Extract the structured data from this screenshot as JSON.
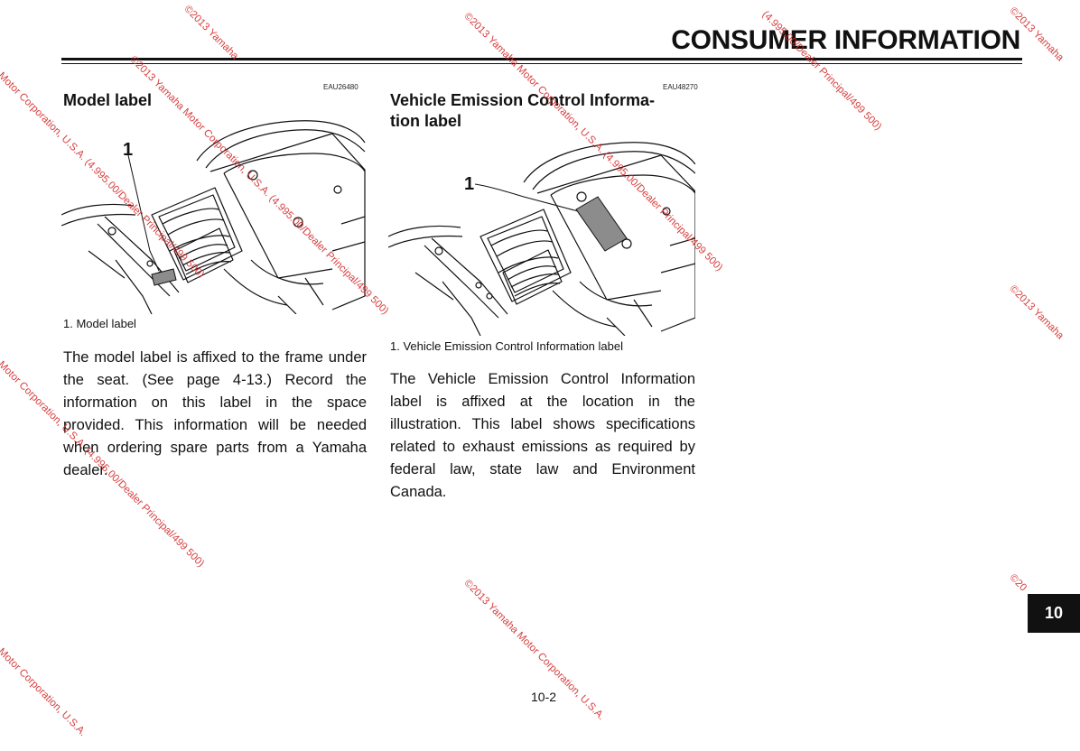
{
  "header": {
    "title": "CONSUMER INFORMATION"
  },
  "left_section": {
    "code": "EAU26480",
    "heading": "Model label",
    "callout_number": "1",
    "caption": "1. Model label",
    "body": "The model label is affixed to the frame under the seat. (See page 4-13.) Record the information on this label in the space provided. This information will be needed when ordering spare parts from a Yamaha dealer."
  },
  "right_section": {
    "code": "EAU48270",
    "heading_line1": "Vehicle Emission Control Informa-",
    "heading_line2": "tion label",
    "callout_number": "1",
    "caption": "1. Vehicle Emission Control Information label",
    "body": "The Vehicle Emission Control Information label is affixed at the location in the illustration. This label shows specifications related to exhaust emissions as required by federal law, state law and Environment Canada."
  },
  "footer": {
    "page_number": "10-2",
    "chapter_tab": "10"
  },
  "watermarks": {
    "w1": "©2013 Yamaha Motor Corporation, U.S.A. (4.995.00/Dealer Principal/499 500)",
    "w2": "Motor Corporation, U.S.A. (4.995.00/Dealer Principal/499 500)",
    "w3": "©2013 Yamaha Motor Corporation, U.S.A. (4.995.00/Dealer Principal/499 500)",
    "w4": "Motor Corporation, U.S.A. (4.995.00/Dealer Principal/499 500)",
    "w5": "©2013 Yamaha Motor Corporation, U.S.A.",
    "w6": "©2013 Yamaha",
    "w7": "©2013 Yamaha",
    "w8": "Motor Corporation, U.S.A.",
    "w9": "©20",
    "w10": "(4.995.00/Dealer Principal/499 500)",
    "w11": "©2013 Yamaha"
  },
  "colors": {
    "text": "#111111",
    "watermark": "#d42a2a",
    "tab_bg": "#111111"
  }
}
